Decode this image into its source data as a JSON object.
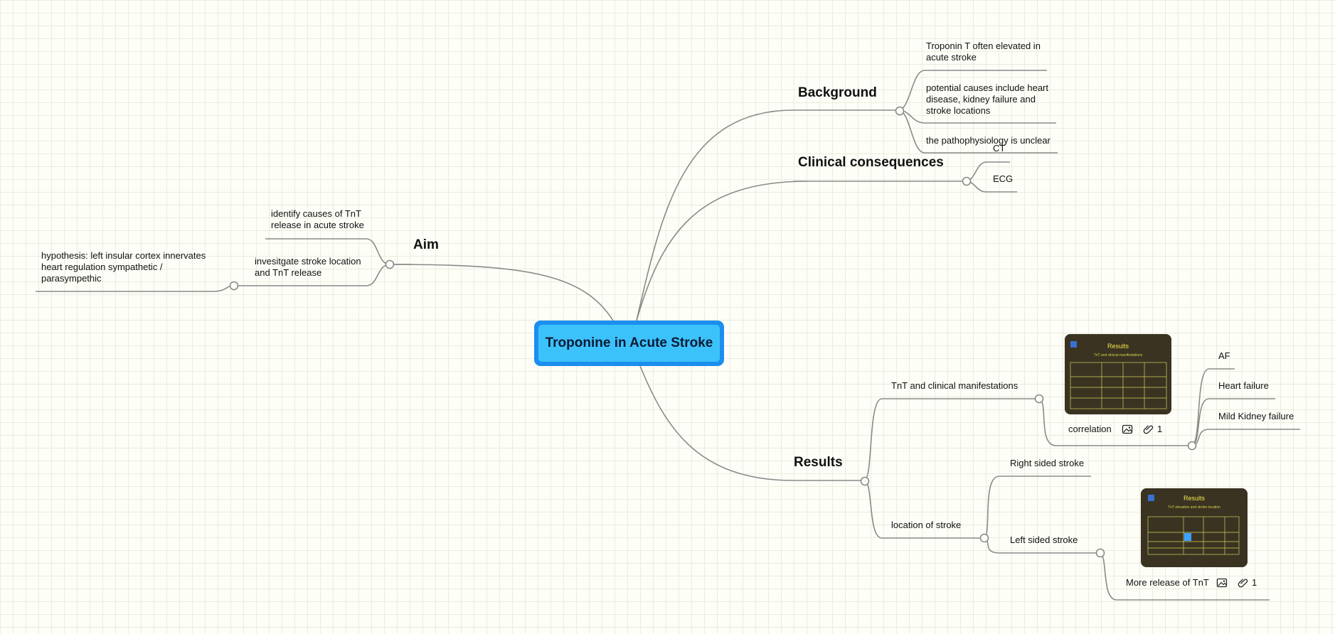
{
  "root": {
    "title": "Troponine in Acute Stroke"
  },
  "aim": {
    "label": "Aim",
    "items": [
      "identify causes of TnT release in acute stroke",
      "invesitgate stroke location and TnT release"
    ],
    "hypothesis": "hypothesis: left insular cortex innervates heart regulation sympathetic / parasympethic"
  },
  "background": {
    "label": "Background",
    "items": [
      "Troponin T often elevated in acute stroke",
      "potential causes include heart disease, kidney failure and stroke locations",
      "the pathophysiology is unclear"
    ]
  },
  "clinical": {
    "label": "Clinical consequences",
    "items": [
      "CT",
      "ECG"
    ]
  },
  "results": {
    "label": "Results",
    "tnt": {
      "label": "TnT and clinical manifestations",
      "correlation": {
        "label": "correlation",
        "attachments": "1",
        "items": [
          "AF",
          "Heart failure",
          "Mild Kidney failure"
        ]
      },
      "image": {
        "title": "Results",
        "subtitle": "TnT and clinical manifestations"
      }
    },
    "location": {
      "label": "location of stroke",
      "right": "Right sided stroke",
      "left": "Left sided stroke",
      "more": {
        "label": "More release of TnT",
        "attachments": "1"
      },
      "image": {
        "title": "Results",
        "subtitle": "TnT elevation and stroke location"
      }
    }
  },
  "colors": {
    "line": "#8a8a8a",
    "root_border": "#1c8eef",
    "root_fill": "#3cc2fb",
    "grid": "#ebebdf"
  }
}
